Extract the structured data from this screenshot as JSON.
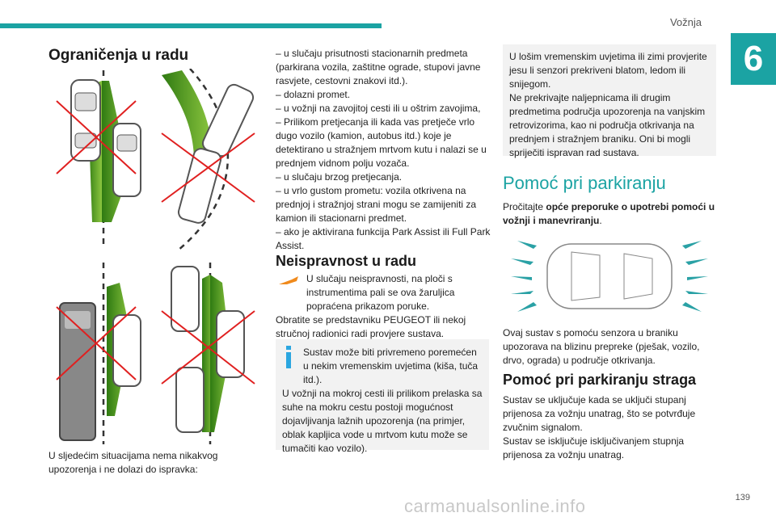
{
  "header": {
    "section": "Vožnja",
    "chapter": "6"
  },
  "col1": {
    "heading": "Ograničenja u radu",
    "caption": "U sljedećim situacijama nema nikakvog upozorenja i ne dolazi do ispravka:"
  },
  "col2": {
    "list": [
      "– u slučaju prisutnosti stacionarnih predmeta (parkirana vozila, zaštitne ograde, stupovi javne rasvjete, cestovni znakovi itd.).",
      "– dolazni promet.",
      "– u vožnji na zavojitoj cesti ili u oštrim zavojima,",
      "– Prilikom pretjecanja ili kada vas pretječe vrlo dugo vozilo (kamion, autobus itd.) koje je detektirano u stražnjem mrtvom kutu i nalazi se u prednjem vidnom polju vozača.",
      "– u slučaju brzog pretjecanja.",
      "– u vrlo gustom prometu: vozila otkrivena na prednjoj i stražnjoj strani mogu se zamijeniti za kamion ili stacionarni predmet.",
      "– ako je aktivirana funkcija Park Assist ili Full Park Assist."
    ],
    "fault_heading": "Neispravnost u radu",
    "fault_text_1": "U slučaju neispravnosti, na ploči s instrumentima pali se ova žaruljica popraćena prikazom poruke.",
    "fault_text_2": "Obratite se predstavniku PEUGEOT ili nekoj stručnoj radionici radi provjere sustava.",
    "info_text_1": "Sustav može biti privremeno poremećen u nekim vremenskim uvjetima (kiša, tuča itd.).",
    "info_text_2": "U vožnji na mokroj cesti ili prilikom prelaska sa suhe na mokru cestu postoji mogućnost dojavljivanja lažnih upozorenja (na primjer, oblak kapljica vode u mrtvom kutu može se tumačiti kao vozilo)."
  },
  "col3": {
    "box_text_1": "U lošim vremenskim uvjetima ili zimi provjerite jesu li senzori prekriveni blatom, ledom ili snijegom.",
    "box_text_2": "Ne prekrivajte naljepnicama ili drugim predmetima područja upozorenja na vanjskim retrovizorima, kao ni područja otkrivanja na prednjem i stražnjem braniku. Oni bi mogli spriječiti ispravan rad sustava.",
    "park_heading": "Pomoć pri parkiranju",
    "read_prefix": "Pročitajte ",
    "read_bold": "opće preporuke o upotrebi pomoći u vožnji i manevriranju",
    "read_suffix": ".",
    "system_text": "Ovaj sustav s pomoću senzora u braniku upozorava na blizinu prepreke (pješak, vozilo, drvo, ograda) u područje otkrivanja.",
    "rear_heading": "Pomoć pri parkiranju straga",
    "rear_text_1": "Sustav se uključuje kada se uključi stupanj prijenosa za vožnju unatrag, što se potvrđuje zvučnim signalom.",
    "rear_text_2": "Sustav se isključuje isključivanjem stupnja prijenosa za vožnju unatrag."
  },
  "footer": {
    "page": "139",
    "watermark": "carmanualsonline.info"
  },
  "colors": {
    "accent": "#1ba3a3",
    "green": "#4a9a1e",
    "red": "#e02020",
    "warning": "#f08a1c",
    "info": "#2ba6e0"
  }
}
